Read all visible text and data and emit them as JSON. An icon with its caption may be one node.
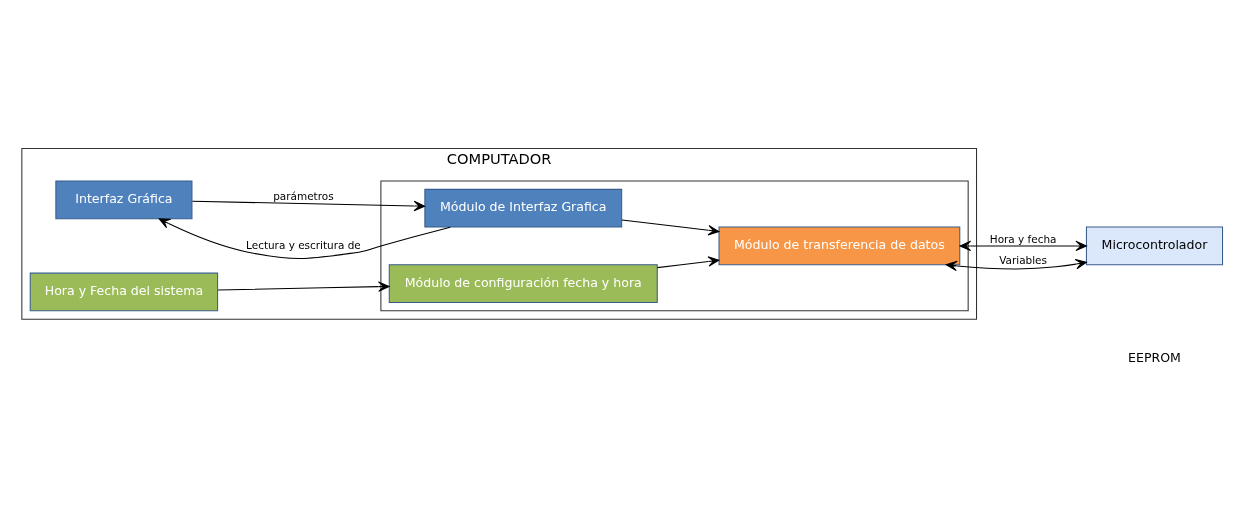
{
  "diagram": {
    "nodes": [
      {
        "text": [
          "COMPUTADOR"
        ]
      },
      {
        "text": [],
        "shape": "box",
        "in": 0
      },
      {
        "text": [
          "Interfaz Gráfica"
        ],
        "in": 0
      },
      {
        "text": [
          "Módulo de Interfaz Grafica"
        ],
        "in": 1
      },
      {
        "text": [
          "Módulo de transferencia de datos"
        ],
        "in": 1
      },
      {
        "text": [
          "Hora y Fecha del sistema"
        ],
        "in": 0
      },
      {
        "text": [
          "Módulo de configuración fecha y hora"
        ],
        "in": 1
      },
      {
        "text": [
          "Microcontrolador"
        ]
      }
    ],
    "edges": [
      {
        "from": 3,
        "to": 2,
        "arrow": "to",
        "label": "Lectura y escritura de"
      },
      {
        "from": 2,
        "to": 3,
        "arrow": "to",
        "label": "parámetros"
      },
      {
        "from": 3,
        "to": 4,
        "arrow": "to"
      },
      {
        "from": 5,
        "to": 6,
        "arrow": "to"
      },
      {
        "from": 6,
        "to": 4,
        "arrow": "to"
      },
      {
        "from": 4,
        "to": 7,
        "arrow": "both",
        "label": "Hora y fecha"
      },
      {
        "from": 4,
        "to": 7,
        "arrow": "both",
        "label": "Variables"
      }
    ],
    "labels": [
      "EEPROM"
    ]
  }
}
